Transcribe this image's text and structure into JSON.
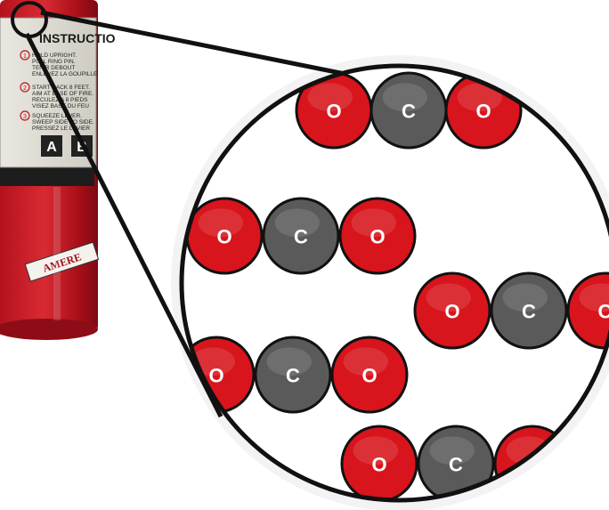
{
  "extinguisher": {
    "label_heading": "INSTRUCTIO",
    "instructions": [
      {
        "number": "1",
        "lines": [
          "HOLD UPRIGHT.",
          "PULL RING PIN.",
          "TENIR DEBOUT",
          "ENLEVEZ LA GOUPILLE"
        ]
      },
      {
        "number": "2",
        "lines": [
          "START BACK 8 FEET.",
          "AIM AT BASE OF FIRE.",
          "RECULEZ A 8 PIEDS",
          "VISEZ BASE DU FEU"
        ]
      },
      {
        "number": "3",
        "lines": [
          "SQUEEZE LEVER.",
          "SWEEP SIDE TO SIDE.",
          "PRESSEZ LE LEVIER"
        ]
      }
    ],
    "class_letters": [
      "A",
      "B"
    ],
    "brand_text": "AMERE"
  },
  "molecules": {
    "carbon_symbol": "C",
    "oxygen_symbol": "O",
    "colors": {
      "oxygen": "#d8141c",
      "carbon": "#5a5a5a",
      "outline": "#111111"
    }
  }
}
